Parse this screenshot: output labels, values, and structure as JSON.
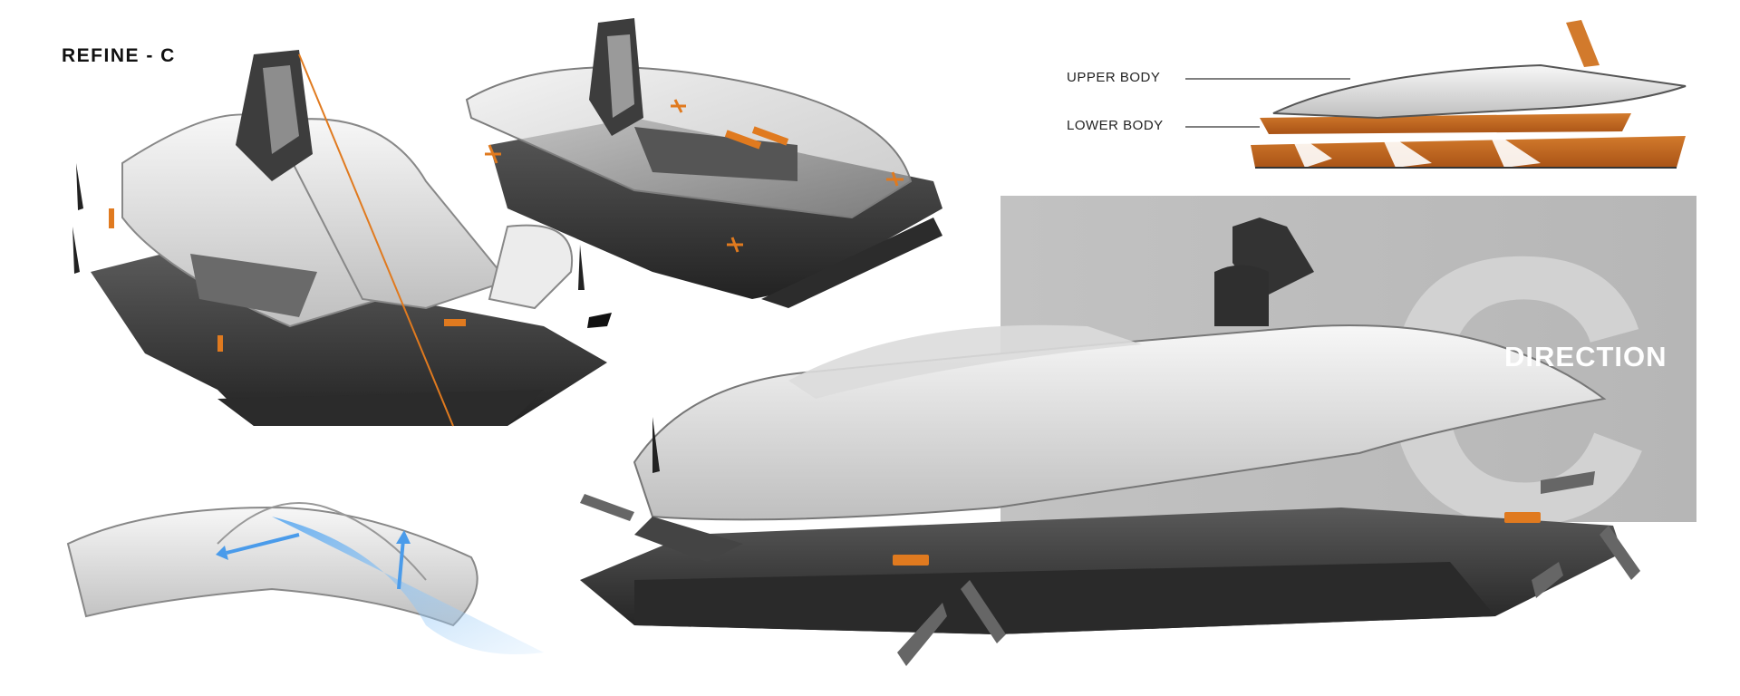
{
  "sheet": {
    "title": "REFINE - C",
    "callouts": {
      "upper_body": "UPPER BODY",
      "lower_body": "LOWER BODY"
    },
    "panel": {
      "letter": "C",
      "word": "DIRECTION"
    }
  },
  "colors": {
    "accent": "#e07a1f",
    "dark_body": "#3a3a3a",
    "shell": "#e6e6e6",
    "panel": "#bdbdbd",
    "airflow": "#6cb4f0"
  }
}
